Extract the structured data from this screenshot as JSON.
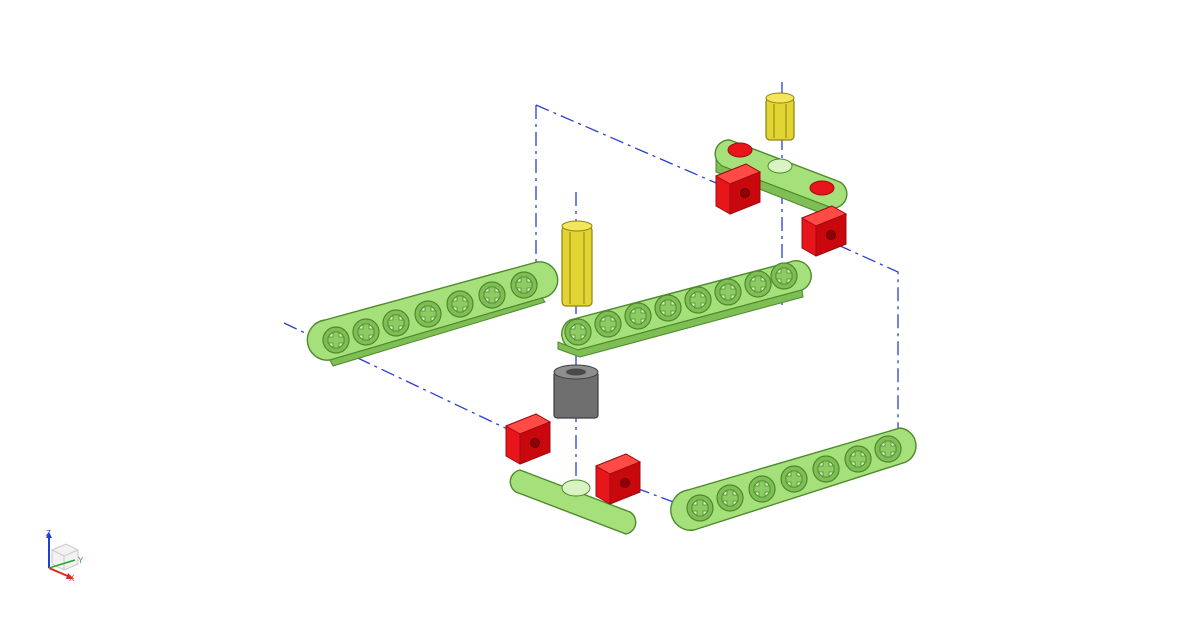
{
  "scene": {
    "colors": {
      "beam": "#a6e07a",
      "beam_dark": "#5f9a3a",
      "bracket": "#e8151b",
      "bracket_dark": "#9e0c10",
      "pin": "#e2d432",
      "pin_dark": "#8f8313",
      "bushing": "#6f6f6f",
      "axis_line": "#2b3fd1"
    },
    "components": [
      "straight-beam",
      "straight-beam",
      "straight-beam",
      "short-beam",
      "short-beam",
      "angle-bracket",
      "angle-bracket",
      "angle-bracket",
      "angle-bracket",
      "axle-pin",
      "axle-pin",
      "spacer-bushing"
    ]
  },
  "triad": {
    "z_label": "Z",
    "y_label": "Y",
    "x_label": "X",
    "z_color": "#1d3fd6",
    "x_color": "#e0261c",
    "y_color": "#2aa52a"
  }
}
